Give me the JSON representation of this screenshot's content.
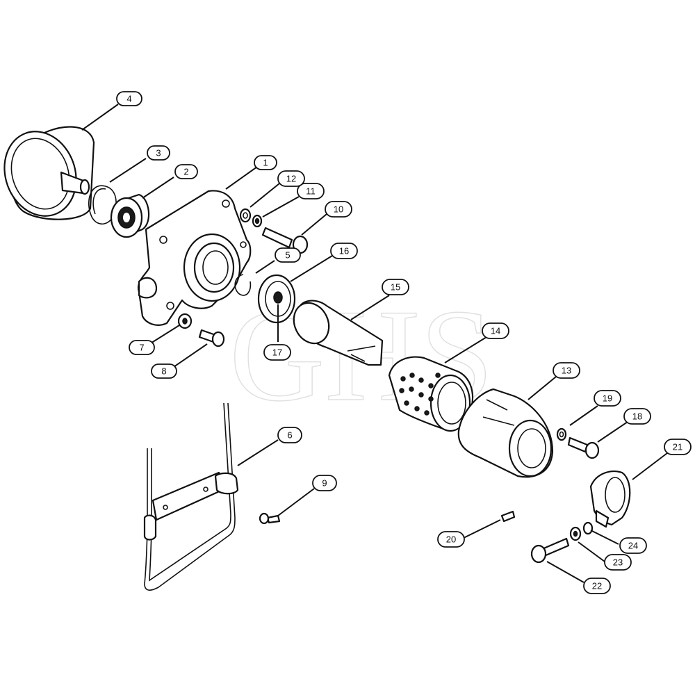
{
  "watermark": "GHS",
  "callouts": [
    {
      "id": "c1",
      "label": "1"
    },
    {
      "id": "c2",
      "label": "2"
    },
    {
      "id": "c3",
      "label": "3"
    },
    {
      "id": "c4",
      "label": "4"
    },
    {
      "id": "c5",
      "label": "5"
    },
    {
      "id": "c6",
      "label": "6"
    },
    {
      "id": "c7",
      "label": "7"
    },
    {
      "id": "c8",
      "label": "8"
    },
    {
      "id": "c9",
      "label": "9"
    },
    {
      "id": "c10",
      "label": "10"
    },
    {
      "id": "c11",
      "label": "11"
    },
    {
      "id": "c12",
      "label": "12"
    },
    {
      "id": "c13",
      "label": "13"
    },
    {
      "id": "c14",
      "label": "14"
    },
    {
      "id": "c15",
      "label": "15"
    },
    {
      "id": "c16",
      "label": "16"
    },
    {
      "id": "c17",
      "label": "17"
    },
    {
      "id": "c18",
      "label": "18"
    },
    {
      "id": "c19",
      "label": "19"
    },
    {
      "id": "c20",
      "label": "20"
    },
    {
      "id": "c21",
      "label": "21"
    },
    {
      "id": "c22",
      "label": "22"
    },
    {
      "id": "c23",
      "label": "23"
    },
    {
      "id": "c24",
      "label": "24"
    }
  ]
}
